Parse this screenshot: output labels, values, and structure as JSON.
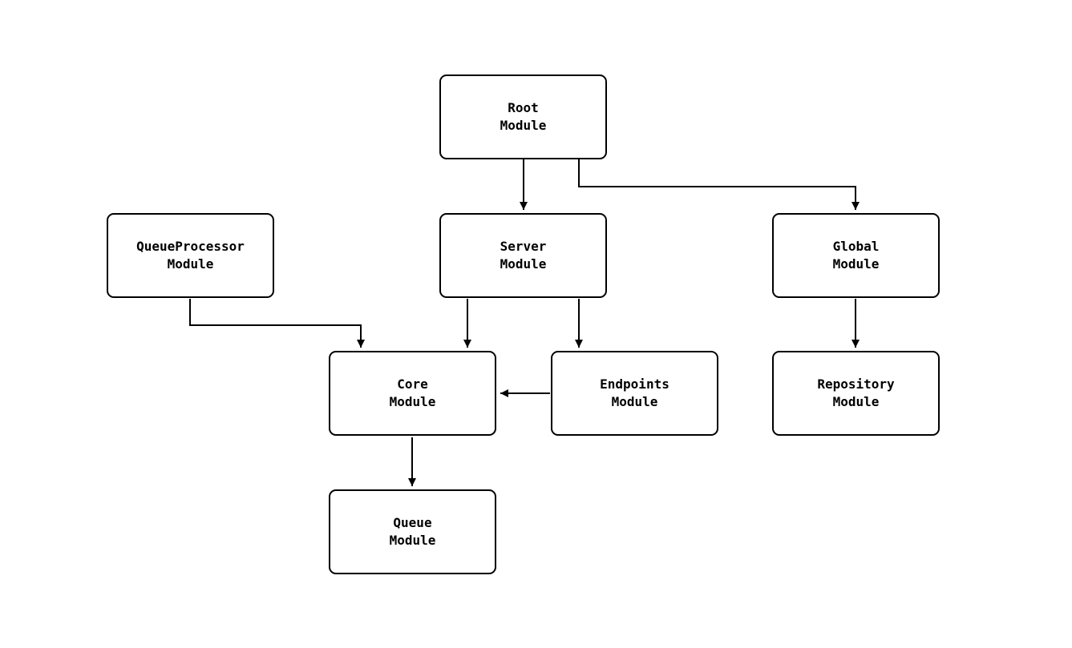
{
  "diagram": {
    "type": "module-dependency-graph",
    "colors": {
      "background": "#ffffff",
      "node_fill": "#ffffff",
      "node_border": "#000000",
      "edge": "#000000",
      "text": "#000000"
    },
    "nodes": {
      "root": {
        "label": "Root\nModule"
      },
      "server": {
        "label": "Server\nModule"
      },
      "queueprocessor": {
        "label": "QueueProcessor\nModule"
      },
      "global": {
        "label": "Global\nModule"
      },
      "core": {
        "label": "Core\nModule"
      },
      "endpoints": {
        "label": "Endpoints\nModule"
      },
      "repository": {
        "label": "Repository\nModule"
      },
      "queue": {
        "label": "Queue\nModule"
      }
    },
    "edges": [
      {
        "from": "Root Module",
        "to": "Server Module"
      },
      {
        "from": "Root Module",
        "to": "Global Module"
      },
      {
        "from": "QueueProcessor Module",
        "to": "Core Module"
      },
      {
        "from": "Server Module",
        "to": "Core Module"
      },
      {
        "from": "Server Module",
        "to": "Endpoints Module"
      },
      {
        "from": "Endpoints Module",
        "to": "Core Module"
      },
      {
        "from": "Global Module",
        "to": "Repository Module"
      },
      {
        "from": "Core Module",
        "to": "Queue Module"
      }
    ]
  }
}
